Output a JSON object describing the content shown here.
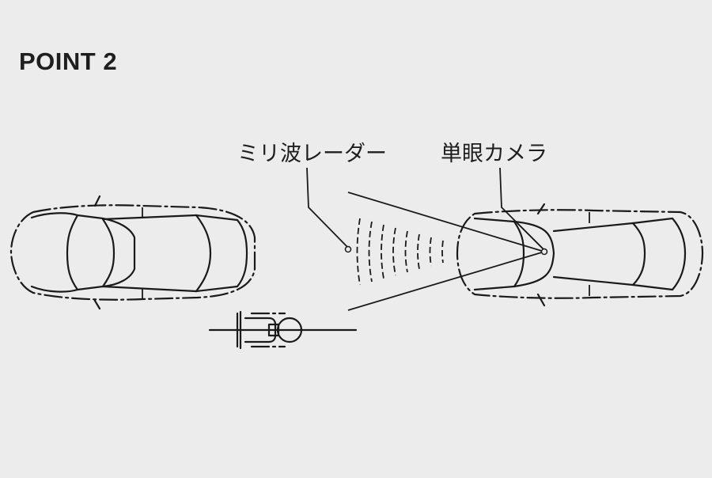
{
  "title": "POINT 2",
  "labels": {
    "radar": "ミリ波レーダー",
    "camera": "単眼カメラ"
  },
  "colors": {
    "background": "#ececec",
    "line": "#1a1a1a"
  }
}
